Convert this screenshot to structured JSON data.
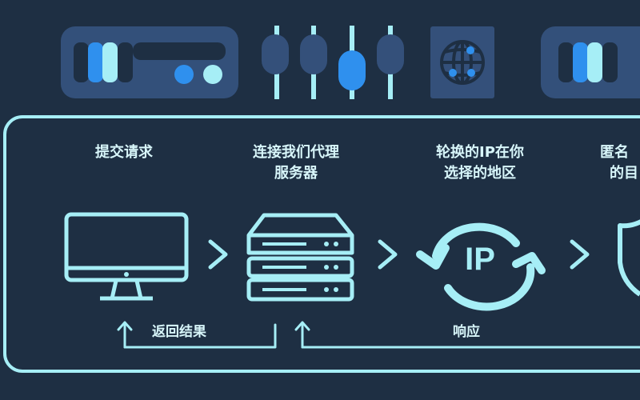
{
  "colors": {
    "background": "#1e2f43",
    "accent_light": "#a6eef6",
    "accent_blue": "#2f90ee",
    "panel": "#33507a"
  },
  "top_icons": [
    "equalizer-panel-icon",
    "slider-controls-icon",
    "globe-network-icon",
    "equalizer-panel-icon"
  ],
  "steps": [
    {
      "title_lines": [
        "提交请求"
      ],
      "icon": "monitor-icon"
    },
    {
      "title_lines": [
        "连接我们代理",
        "服务器"
      ],
      "icon": "server-icon"
    },
    {
      "title_lines": [
        "轮换的IP在你",
        "选择的地区"
      ],
      "icon": "ip-rotate-icon",
      "icon_text": "IP"
    },
    {
      "title_lines": [
        "匿名",
        "的目"
      ],
      "icon": "shield-icon"
    }
  ],
  "return_labels": {
    "return_result": "返回结果",
    "response": "响应"
  }
}
